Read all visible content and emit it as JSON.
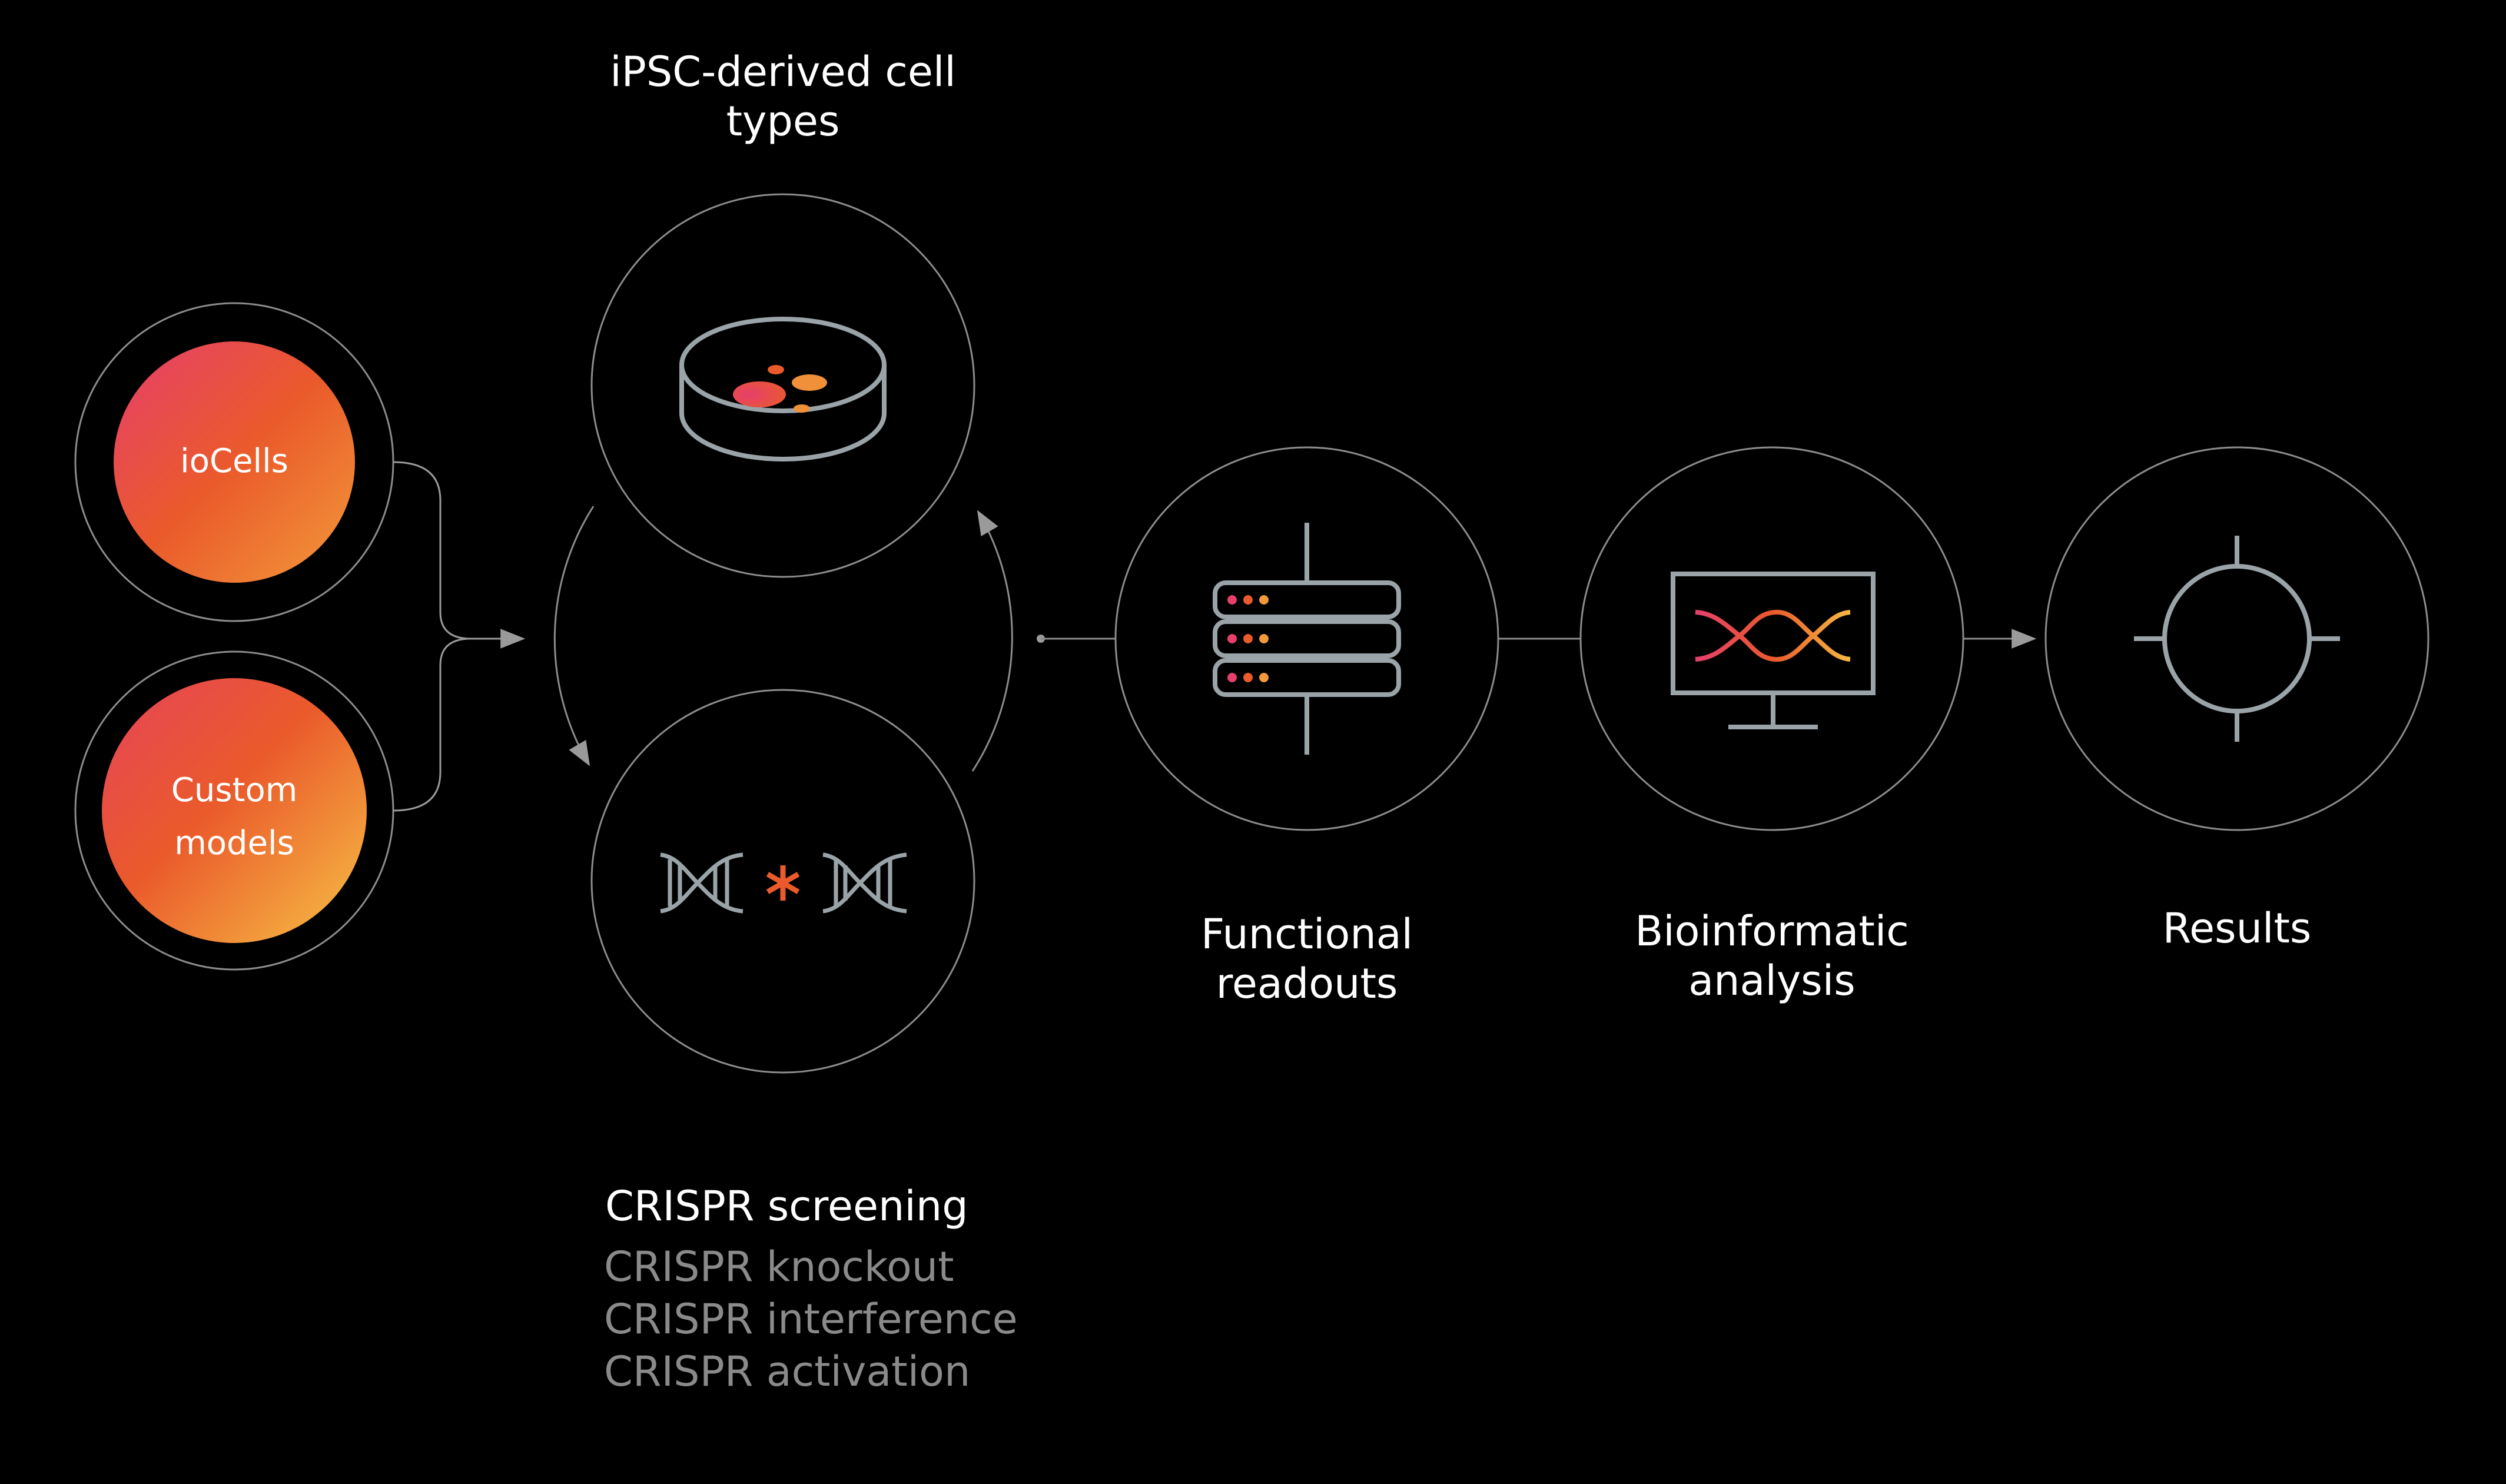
{
  "inputs": [
    {
      "label": "ioCells"
    },
    {
      "label": "Custom models"
    }
  ],
  "ipsc": {
    "label": "iPSC-derived cell types"
  },
  "crispr": {
    "title": "CRISPR screening",
    "items": [
      "CRISPR knockout",
      "CRISPR interference",
      "CRISPR activation"
    ]
  },
  "steps": {
    "functional": "Functional readouts",
    "bioinformatic": "Bioinformatic analysis",
    "results": "Results"
  },
  "colors": {
    "background": "#000000",
    "outline": "#8c8c8c",
    "icon_stroke": "#9aa3a8",
    "gradient_start": "#e8456a",
    "gradient_mid": "#ea5a2b",
    "gradient_end": "#f6b942"
  },
  "icons": [
    "petri-dish-icon",
    "dna-crispr-icon",
    "server-stack-icon",
    "monitor-dna-icon",
    "crosshair-icon"
  ]
}
